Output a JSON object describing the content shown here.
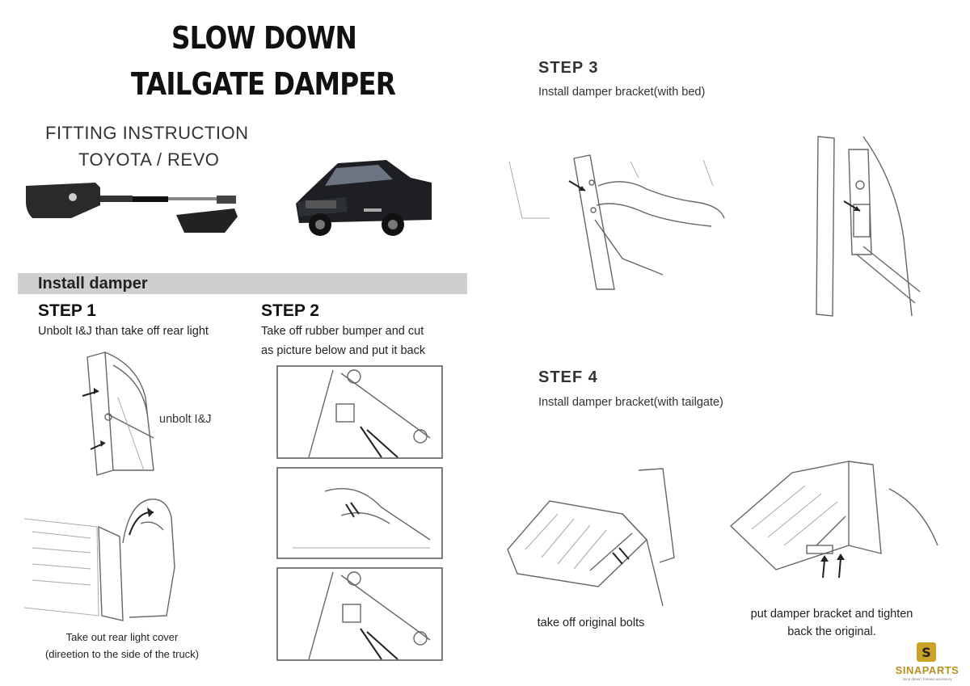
{
  "header": {
    "title_line1": "SLOW DOWN",
    "title_line2": "TAILGATE DAMPER",
    "fitting_line1": "FITTING INSTRUCTION",
    "fitting_line2": "TOYOTA / REVO"
  },
  "section_bar": {
    "label": "Install damper"
  },
  "step1": {
    "heading": "STEP 1",
    "text": "Unbolt I&J than take off rear light",
    "callout": "unbolt I&J",
    "caption_line1": "Take out rear light cover",
    "caption_line2": "(direetion to the side of the truck)"
  },
  "step2": {
    "heading": "STEP 2",
    "text_line1": "Take off rubber bumper and cut",
    "text_line2": "as picture below and put it back"
  },
  "step3": {
    "heading": "STEP 3",
    "text": "Install damper bracket(with bed)"
  },
  "step4": {
    "heading": "STEF 4",
    "text": "Install damper bracket(with tailgate)",
    "caption_left": "take off original bolts",
    "caption_right_line1": "put damper bracket and tighten",
    "caption_right_line2": "back the original."
  },
  "watermark": {
    "brand": "SINAPARTS",
    "tagline": "once driven, forever accessory",
    "accent_color": "#c9a227"
  },
  "icons": [
    "logo-icon",
    "arrow-icon"
  ]
}
